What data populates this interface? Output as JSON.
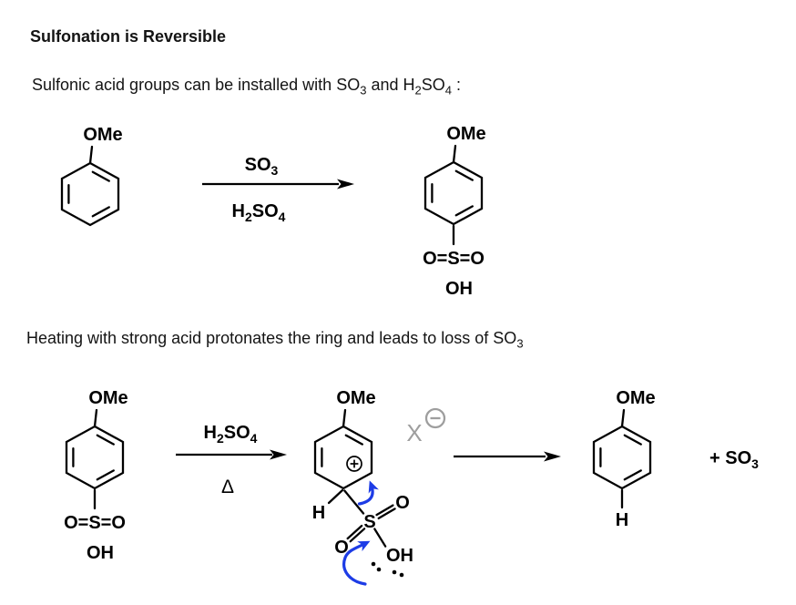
{
  "colors": {
    "ink": "#000000",
    "blue": "#1d3ce6",
    "gray": "#9e9e9e"
  },
  "texts": {
    "title": "Sulfonation is Reversible",
    "line1": {
      "a": "Sulfonic acid groups can be installed with SO",
      "a_sub": "3",
      "b": " and H",
      "b_sub": "2",
      "c": "SO",
      "c_sub": "4",
      "d": " :"
    },
    "line2": {
      "a": "Heating with strong acid protonates the ring and leads to loss of SO",
      "a_sub": "3"
    }
  },
  "labels": {
    "ome": "OMe",
    "so3_main": "SO",
    "so3_sub": "3",
    "h2so4_h": "H",
    "h2so4_s1": "2",
    "h2so4_so": "SO",
    "h2so4_s2": "4",
    "delta": "Δ",
    "osso": "O=S=O",
    "oh": "OH",
    "h": "H",
    "s": "S",
    "o": "O",
    "plus_so3_main": "+ SO",
    "plus_so3_sub": "3",
    "x": "X"
  }
}
